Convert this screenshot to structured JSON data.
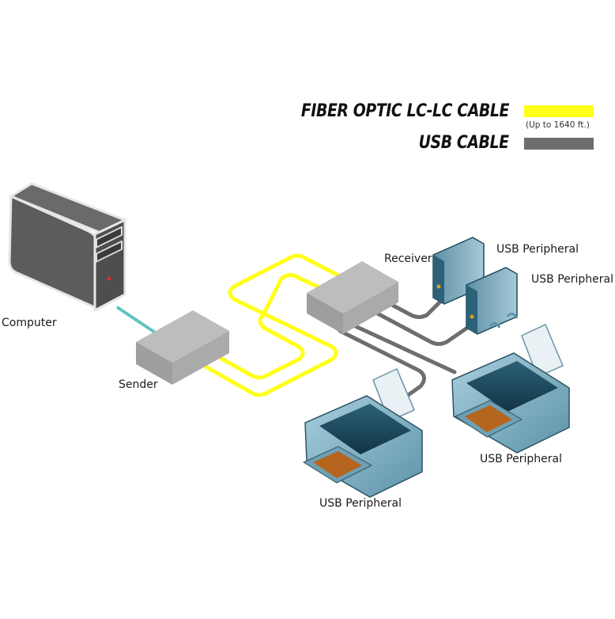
{
  "legend": {
    "fiber": {
      "label": "FIBER OPTIC LC-LC CABLE",
      "note": "(Up to 1640 ft.)",
      "color": "#ffff1a"
    },
    "usb": {
      "label": "USB CABLE",
      "color": "#6e6e6e"
    }
  },
  "devices": {
    "computer": {
      "label": "Computer"
    },
    "sender": {
      "label": "Sender"
    },
    "receiver": {
      "label": "Receiver"
    },
    "peripherals": [
      {
        "label": "USB Peripheral",
        "type": "drive"
      },
      {
        "label": "USB Peripheral",
        "type": "drive"
      },
      {
        "label": "USB Peripheral",
        "type": "printer"
      },
      {
        "label": "USB Peripheral",
        "type": "printer"
      }
    ]
  },
  "colors": {
    "computer_link": "#5fc4c0",
    "box_top": "#bdbdbd",
    "box_front": "#9e9e9e",
    "box_side": "#aaaaaa",
    "printer_dark": "#1f4a5c",
    "printer_light": "#7fb0c4",
    "tray": "#b5651d"
  }
}
